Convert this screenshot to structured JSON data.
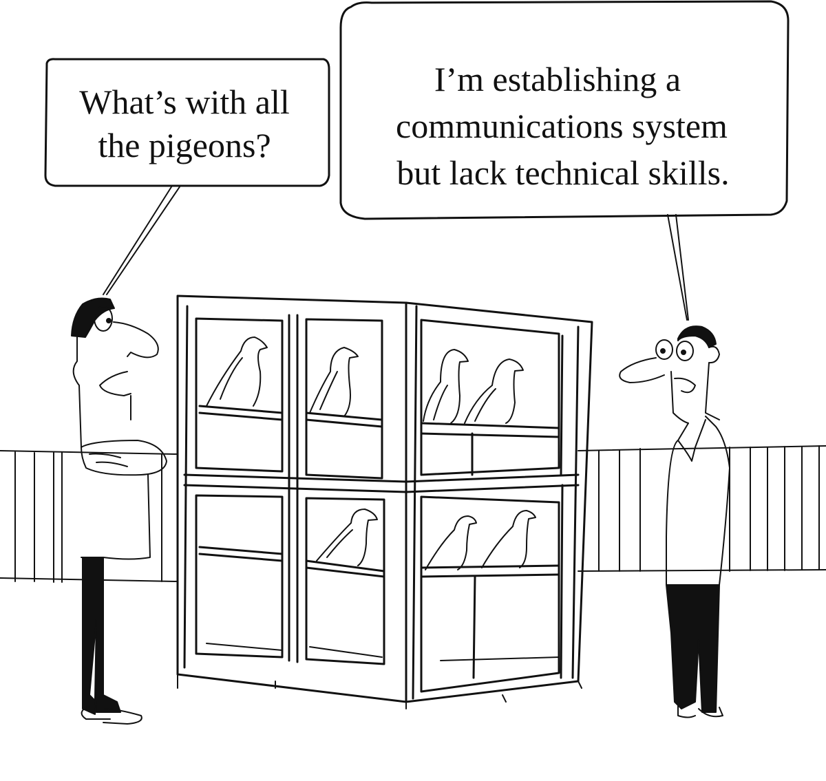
{
  "left_speech_bubble": {
    "lines": [
      "What’s with all",
      "the pigeons?"
    ]
  },
  "right_speech_bubble": {
    "lines": [
      "I’m establishing a",
      "communications system",
      "but lack technical skills."
    ]
  },
  "colors": {
    "ink": "#111111",
    "paper": "#ffffff"
  },
  "icons": {
    "pigeon": "pigeon-drawing",
    "cage": "pigeon-coop-drawing"
  }
}
